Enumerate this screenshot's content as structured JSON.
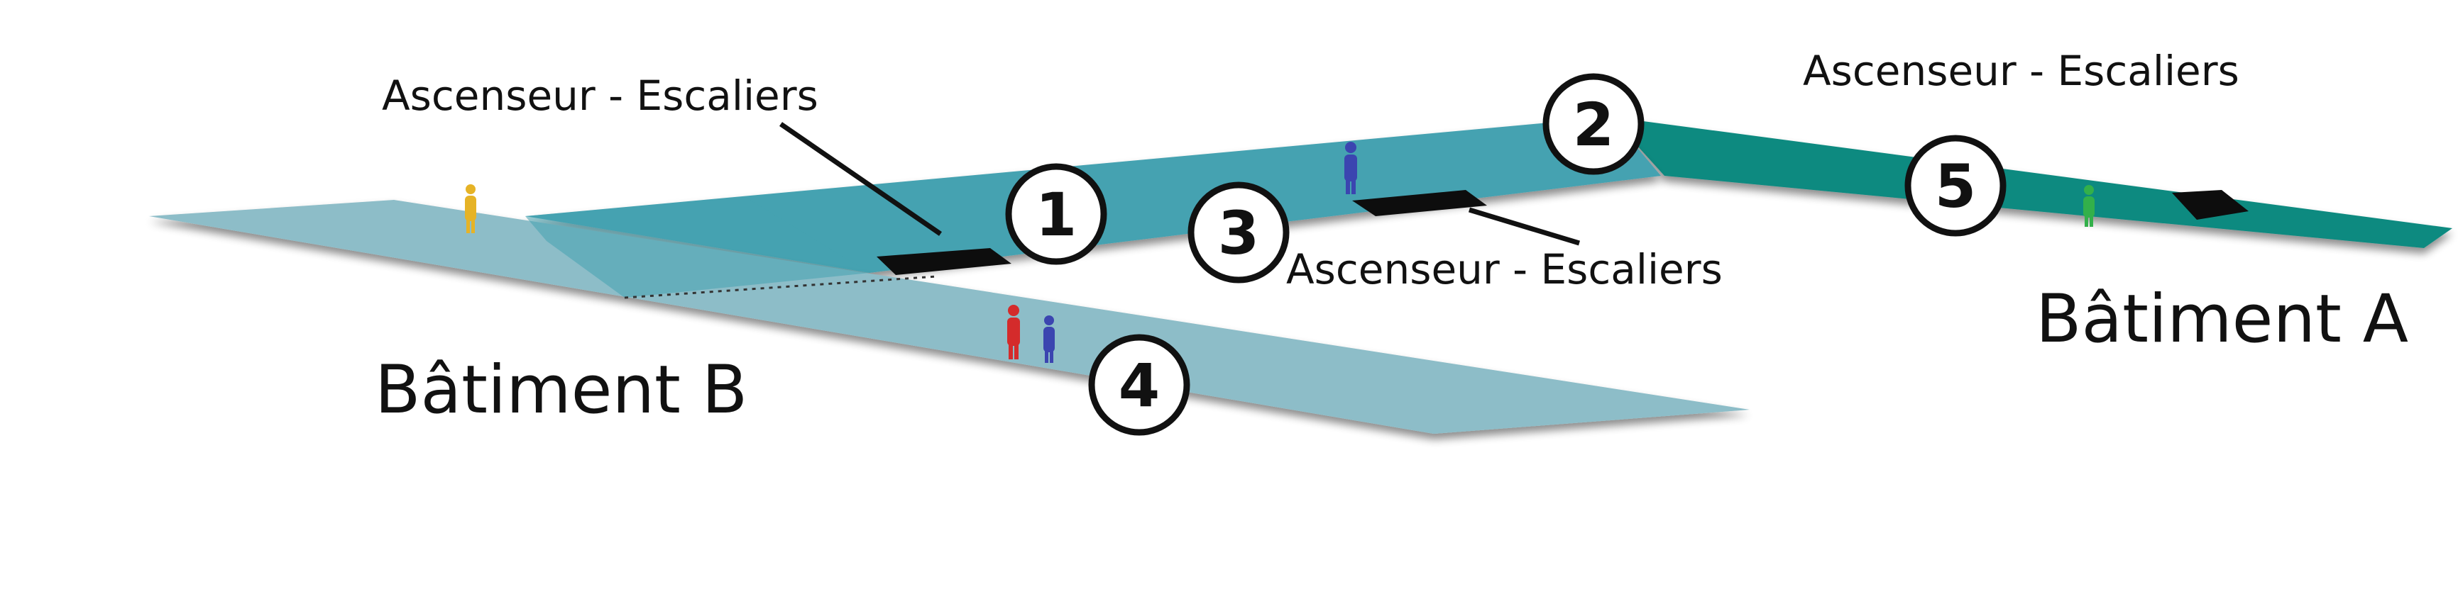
{
  "labels": {
    "lift_stairs_top_left": "Ascenseur - Escaliers",
    "lift_stairs_top_right": "Ascenseur - Escaliers",
    "lift_stairs_middle": "Ascenseur - Escaliers",
    "building_a": "Bâtiment A",
    "building_b": "Bâtiment B"
  },
  "markers": [
    "1",
    "2",
    "3",
    "4",
    "5"
  ],
  "colors": {
    "walkway_light": "#8dbdc8",
    "walkway_teal": "#45a2b1",
    "building_a_floor": "#0f8a80",
    "elevator_pad": "#0d0d0d",
    "person_yellow": "#e6b326",
    "person_blue": "#3b45b0",
    "person_red": "#d42b2b",
    "person_green": "#33b04a"
  }
}
